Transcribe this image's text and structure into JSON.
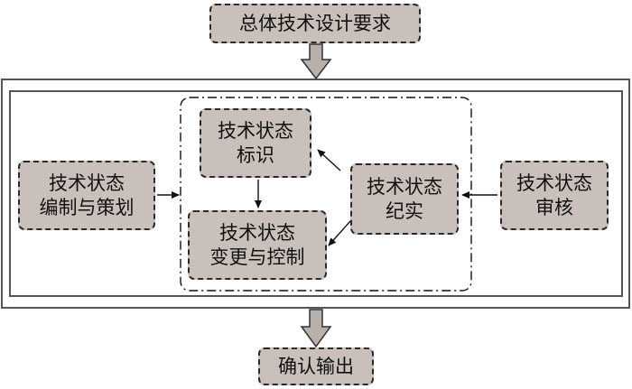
{
  "nodes": {
    "top": {
      "line1": "总体技术设计要求"
    },
    "plan": {
      "line1": "技术状态",
      "line2": "编制与策划"
    },
    "identify": {
      "line1": "技术状态",
      "line2": "标识"
    },
    "change": {
      "line1": "技术状态",
      "line2": "变更与控制"
    },
    "record": {
      "line1": "技术状态",
      "line2": "纪实"
    },
    "audit": {
      "line1": "技术状态",
      "line2": "审核"
    },
    "output": {
      "line1": "确认输出"
    }
  },
  "colors": {
    "node_fill": "#c9c0bb",
    "node_border": "#2a2a2a",
    "frame": "#555555",
    "arrow": "#111111",
    "big_arrow_fill": "#b8b0ab"
  }
}
